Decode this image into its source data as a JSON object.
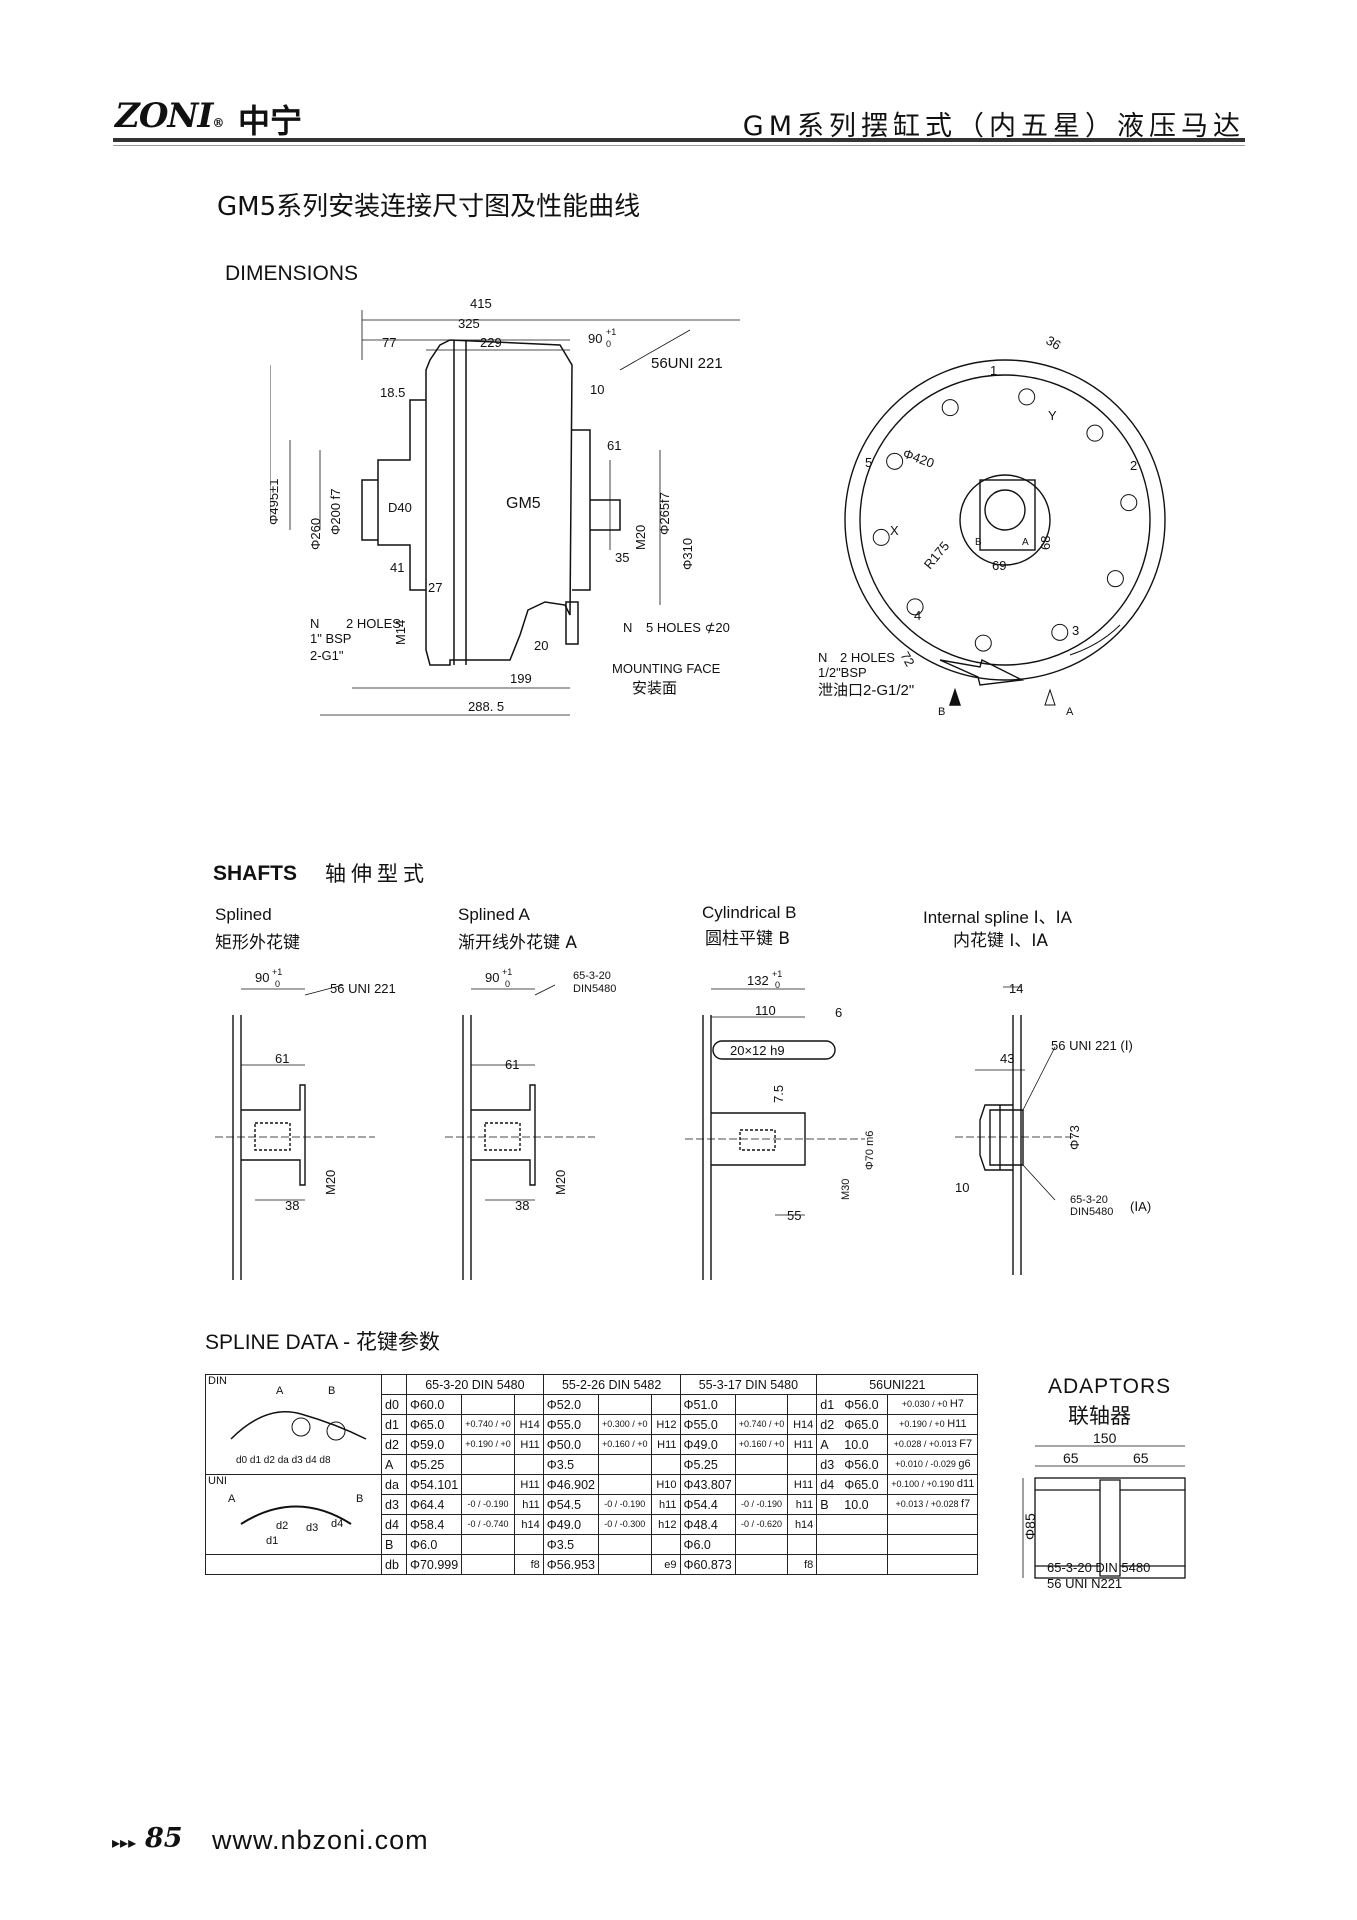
{
  "header": {
    "logo_text": "ZONI",
    "logo_mark": "®",
    "logo_cn": "中宁",
    "title": "GM系列摆缸式（内五星）液压马达"
  },
  "page_title": "GM5系列安装连接尺寸图及性能曲线",
  "dimensions": {
    "heading": "DIMENSIONS",
    "side": {
      "d415": "415",
      "d325": "325",
      "d77": "77",
      "d229": "229",
      "d90": "90",
      "d90_tol_up": "+1",
      "d90_tol_lo": "0",
      "spline_spec": "56UNI 221",
      "d18_5": "18.5",
      "d10": "10",
      "d61": "61",
      "phi495": "Φ495±1",
      "phi260": "Φ260",
      "phi200": "Φ200 f7",
      "d40": "D40",
      "model": "GM5",
      "m20": "M20",
      "phi265": "Φ265f7",
      "phi310": "Φ310",
      "d35": "35",
      "d41": "41",
      "d27": "27",
      "n_label": "N",
      "holes2": "2 HOLES",
      "bsp1": "1\" BSP",
      "g1": "2-G1\"",
      "m14": "M14",
      "d20": "20",
      "n5": "N",
      "holes5": "5 HOLES ⊄20",
      "mounting": "MOUNTING FACE",
      "mounting_cn": "安装面",
      "d199": "199",
      "d288_5": "288. 5"
    },
    "front": {
      "d36": "36",
      "n1": "1",
      "n2": "2",
      "n3": "3",
      "n4": "4",
      "n5": "5",
      "y": "Y",
      "x": "X",
      "phi420": "Φ420",
      "r175": "R175",
      "d69": "69",
      "d68": "68",
      "b": "B",
      "a": "A",
      "d72": "72",
      "n_label": "N",
      "holes": "2 HOLES",
      "bsp": "1/2\"BSP",
      "drain": "泄油口2-G1/2\"",
      "arrow_b": "B",
      "arrow_a": "A"
    }
  },
  "shafts": {
    "heading": "SHAFTS",
    "heading_cn": "轴伸型式",
    "items": [
      {
        "name": "Splined",
        "name_cn": "矩形外花键",
        "top": "90",
        "tol_up": "+1",
        "tol_lo": "0",
        "spec": "56 UNI 221",
        "d61": "61",
        "m20": "M20",
        "d38": "38"
      },
      {
        "name": "Splined A",
        "name_cn": "渐开线外花键 A",
        "top": "90",
        "tol_up": "+1",
        "tol_lo": "0",
        "spec": "65-3-20",
        "spec2": "DIN5480",
        "d61": "61",
        "m20": "M20",
        "d38": "38"
      },
      {
        "name": "Cylindrical B",
        "name_cn": "圆柱平键 B",
        "top": "132",
        "tol_up": "+1",
        "tol_lo": "0",
        "d110": "110",
        "d6": "6",
        "key": "20×12 h9",
        "d7_5": "7.5",
        "m30": "M30",
        "phi70": "Φ70 m6",
        "d55": "55"
      },
      {
        "name": "Internal spline Ⅰ、ⅠA",
        "name_cn": "内花键 Ⅰ、ⅠA",
        "d14": "14",
        "d43": "43",
        "spec": "56 UNI 221 (Ⅰ)",
        "phi73": "Φ73",
        "d10": "10",
        "spec2": "65-3-20",
        "spec3": "DIN5480",
        "ia": "(ⅠA)"
      }
    ]
  },
  "spline": {
    "heading": "SPLINE DATA - 花键参数",
    "img_din": {
      "title": "DIN",
      "a": "A",
      "b": "B",
      "labels": "d0 d1 d2 da d3 d4 d8"
    },
    "img_uni": {
      "title": "UNI",
      "a": "A",
      "b": "B",
      "d2": "d2",
      "d3": "d3",
      "d4": "d4",
      "d1": "d1"
    },
    "col_heads": [
      "65-3-20 DIN 5480",
      "55-2-26 DIN 5482",
      "55-3-17 DIN 5480",
      "56UNI221"
    ],
    "rows": [
      {
        "k": "d0",
        "c": [
          [
            "Φ60.0",
            "",
            ""
          ],
          [
            "Φ52.0",
            "",
            ""
          ],
          [
            "Φ51.0",
            "",
            ""
          ]
        ],
        "u": [
          "d1",
          "Φ56.0",
          "+0.030 / +0",
          "H7"
        ]
      },
      {
        "k": "d1",
        "c": [
          [
            "Φ65.0",
            "+0.740 / +0",
            "H14"
          ],
          [
            "Φ55.0",
            "+0.300 / +0",
            "H12"
          ],
          [
            "Φ55.0",
            "+0.740 / +0",
            "H14"
          ]
        ],
        "u": [
          "d2",
          "Φ65.0",
          "+0.190 / +0",
          "H11"
        ]
      },
      {
        "k": "d2",
        "c": [
          [
            "Φ59.0",
            "+0.190 / +0",
            "H11"
          ],
          [
            "Φ50.0",
            "+0.160 / +0",
            "H11"
          ],
          [
            "Φ49.0",
            "+0.160 / +0",
            "H11"
          ]
        ],
        "u": [
          "A",
          "10.0",
          "+0.028 / +0.013",
          "F7"
        ]
      },
      {
        "k": "A",
        "c": [
          [
            "Φ5.25",
            "",
            ""
          ],
          [
            "Φ3.5",
            "",
            ""
          ],
          [
            "Φ5.25",
            "",
            ""
          ]
        ],
        "u": [
          "d3",
          "Φ56.0",
          "+0.010 / -0.029",
          "g6"
        ]
      },
      {
        "k": "da",
        "c": [
          [
            "Φ54.101",
            "",
            "H11"
          ],
          [
            "Φ46.902",
            "",
            "H10"
          ],
          [
            "Φ43.807",
            "",
            "H11"
          ]
        ],
        "u": [
          "d4",
          "Φ65.0",
          "+0.100 / +0.190",
          "d11"
        ]
      },
      {
        "k": "d3",
        "c": [
          [
            "Φ64.4",
            "-0 / -0.190",
            "h11"
          ],
          [
            "Φ54.5",
            "-0 / -0.190",
            "h11"
          ],
          [
            "Φ54.4",
            "-0 / -0.190",
            "h11"
          ]
        ],
        "u": [
          "B",
          "10.0",
          "+0.013 / +0.028",
          "f7"
        ]
      },
      {
        "k": "d4",
        "c": [
          [
            "Φ58.4",
            "-0 / -0.740",
            "h14"
          ],
          [
            "Φ49.0",
            "-0 / -0.300",
            "h12"
          ],
          [
            "Φ48.4",
            "-0 / -0.620",
            "h14"
          ]
        ],
        "u": [
          "",
          "",
          "",
          ""
        ]
      },
      {
        "k": "B",
        "c": [
          [
            "Φ6.0",
            "",
            ""
          ],
          [
            "Φ3.5",
            "",
            ""
          ],
          [
            "Φ6.0",
            "",
            ""
          ]
        ],
        "u": [
          "",
          "",
          "",
          ""
        ]
      },
      {
        "k": "db",
        "c": [
          [
            "Φ70.999",
            "",
            "f8"
          ],
          [
            "Φ56.953",
            "",
            "e9"
          ],
          [
            "Φ60.873",
            "",
            "f8"
          ]
        ],
        "u": [
          "",
          "",
          "",
          ""
        ]
      }
    ]
  },
  "adaptors": {
    "heading": "ADAPTORS",
    "heading_cn": "联轴器",
    "d150": "150",
    "d65a": "65",
    "d65b": "65",
    "phi85": "Φ85",
    "spec1": "65-3-20 DIN 5480",
    "spec2": "56 UNI N221"
  },
  "footer": {
    "arrows": "▸▸▸",
    "page": "85",
    "url": "www.nbzoni.com"
  }
}
